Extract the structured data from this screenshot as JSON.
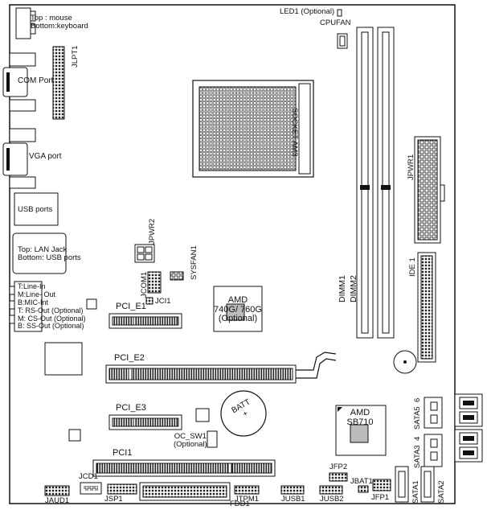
{
  "rear_panel": {
    "mouse_keyboard": "Top : mouse\nBottom:keyboard",
    "com_port": "COM Port",
    "vga_port": "VGA port",
    "usb_ports": "USB ports",
    "lan_usb": "Top: LAN Jack\nBottom: USB ports",
    "audio": "T:Line-In\nM:Line- Out\nB:MIC-Int\nT: RS-Out (Optional)\nM: CS-Out (Optional)\nB: SS-Out (Optional)"
  },
  "labels": {
    "led1": "LED1 (Optional)",
    "cpufan": "CPUFAN",
    "jlpt1": "JLPT1",
    "socket": "SOCKET AM3",
    "jpwr1": "JPWR1",
    "jpwr2": "JPWR2",
    "sysfan1": "SYSFAN1",
    "jcom1": "JCOM1",
    "jci1": "JCI1",
    "dimm1": "DIMM1",
    "dimm2": "DIMM2",
    "ide1": "IDE 1",
    "northbridge": "AMD\n740G/ 760G\n(Optional)",
    "pci_e1": "PCI_E1",
    "pci_e2": "PCI_E2",
    "pci_e3": "PCI_E3",
    "pci1": "PCI1",
    "batt": "BATT\n+",
    "oc_sw1": "OC_SW1\n(Optional)",
    "southbridge": "AMD\nSB710",
    "sata56": "SATA5  6",
    "sata34": "SATA3  4",
    "sata1": "SATA1",
    "sata2": "SATA2",
    "jfp2": "JFP2",
    "jbat1": "JBAT1",
    "jfp1": "JFP1",
    "jusb2": "JUSB2",
    "jusb1": "JUSB1",
    "jtpm1": "JTPM1",
    "fdd1": "FDD1",
    "jsp1": "JSP1",
    "jcd1": "JCD1",
    "jaud1": "JAUD1"
  }
}
